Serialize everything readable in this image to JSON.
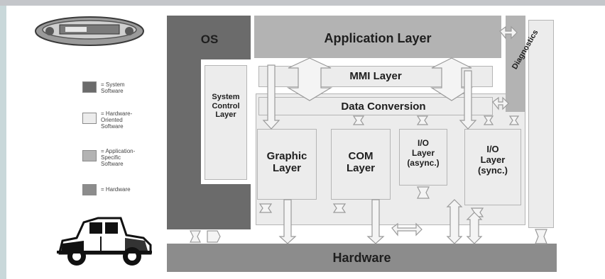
{
  "colors": {
    "system_software": "#6b6b6b",
    "hardware_oriented": "#ececec",
    "application_specific": "#b3b3b3",
    "hardware": "#8c8c8c",
    "arrow_fill": "#f4f4f4",
    "arrow_stroke": "#9a9a9a"
  },
  "legend": [
    {
      "label": "= System\nSoftware",
      "color_key": "system_software"
    },
    {
      "label": "= Hardware-\nOriented\nSoftware",
      "color_key": "hardware_oriented"
    },
    {
      "label": "= Application-\nSpecific\nSoftware",
      "color_key": "application_specific"
    },
    {
      "label": "= Hardware",
      "color_key": "hardware"
    }
  ],
  "diagram": {
    "os": "OS",
    "application_layer": "Application Layer",
    "diagnostics": "Diagnostics",
    "mmi_layer": "MMI Layer",
    "data_conversion": "Data Conversion",
    "system_control_layer": "System\nControl\nLayer",
    "graphic_layer": "Graphic\nLayer",
    "com_layer": "COM\nLayer",
    "io_async": "I/O\nLayer\n(async.)",
    "io_sync": "I/O\nLayer\n(sync.)",
    "hardware": "Hardware"
  },
  "icons": {
    "device": "car-radio-icon",
    "car": "vintage-car-icon"
  }
}
